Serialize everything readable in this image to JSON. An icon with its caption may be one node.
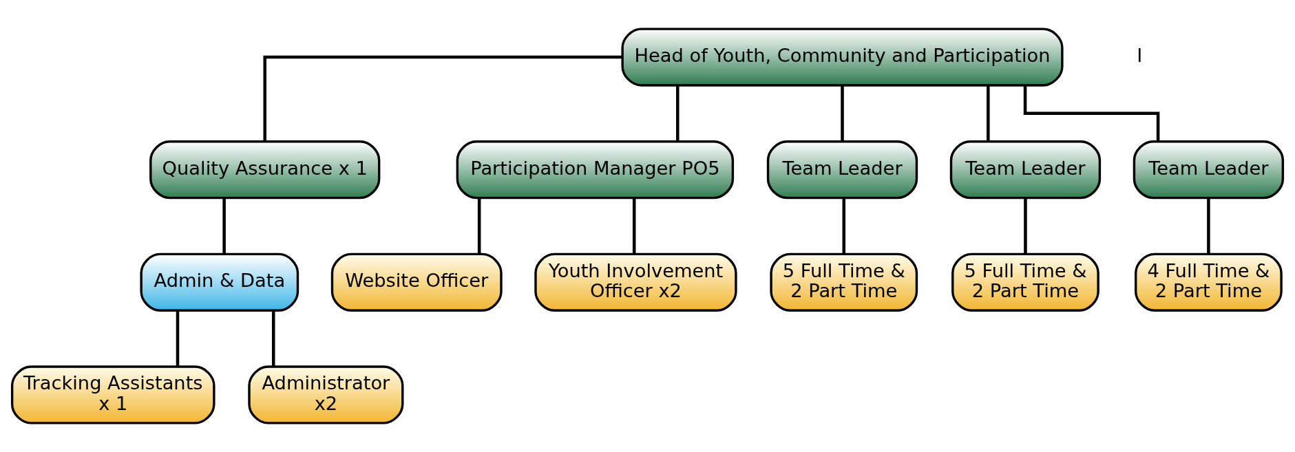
{
  "diagram": {
    "nodes": [
      {
        "text": [
          "Head of Youth, Community and Participation"
        ]
      },
      {
        "text": [
          "Quality Assurance x 1"
        ]
      },
      {
        "text": [
          "Participation Manager PO5"
        ]
      },
      {
        "text": [
          "Team Leader"
        ]
      },
      {
        "text": [
          "Team Leader"
        ]
      },
      {
        "text": [
          "Team Leader"
        ]
      },
      {
        "text": [
          "Admin & Data"
        ]
      },
      {
        "text": [
          "Website Officer"
        ]
      },
      {
        "text": [
          "Youth Involvement Officer x2"
        ]
      },
      {
        "text": [
          "5 Full Time & 2 Part Time"
        ]
      },
      {
        "text": [
          "5 Full Time & 2 Part Time"
        ]
      },
      {
        "text": [
          "4 Full Time & 2 Part Time"
        ]
      },
      {
        "text": [
          "Tracking Assistants x 1"
        ]
      },
      {
        "text": [
          "Administrator x2"
        ]
      }
    ],
    "edges": [
      {
        "from": 0,
        "to": 1,
        "arrow": "none"
      },
      {
        "from": 0,
        "to": 2,
        "arrow": "none"
      },
      {
        "from": 0,
        "to": 3,
        "arrow": "none"
      },
      {
        "from": 0,
        "to": 4,
        "arrow": "none"
      },
      {
        "from": 0,
        "to": 5,
        "arrow": "none"
      },
      {
        "from": 1,
        "to": 6,
        "arrow": "none"
      },
      {
        "from": 2,
        "to": 7,
        "arrow": "none"
      },
      {
        "from": 2,
        "to": 8,
        "arrow": "none"
      },
      {
        "from": 3,
        "to": 9,
        "arrow": "none"
      },
      {
        "from": 4,
        "to": 10,
        "arrow": "none"
      },
      {
        "from": 5,
        "to": 11,
        "arrow": "none"
      },
      {
        "from": 6,
        "to": 12,
        "arrow": "none"
      },
      {
        "from": 6,
        "to": 13,
        "arrow": "none"
      }
    ],
    "labels": [
      "I"
    ]
  }
}
